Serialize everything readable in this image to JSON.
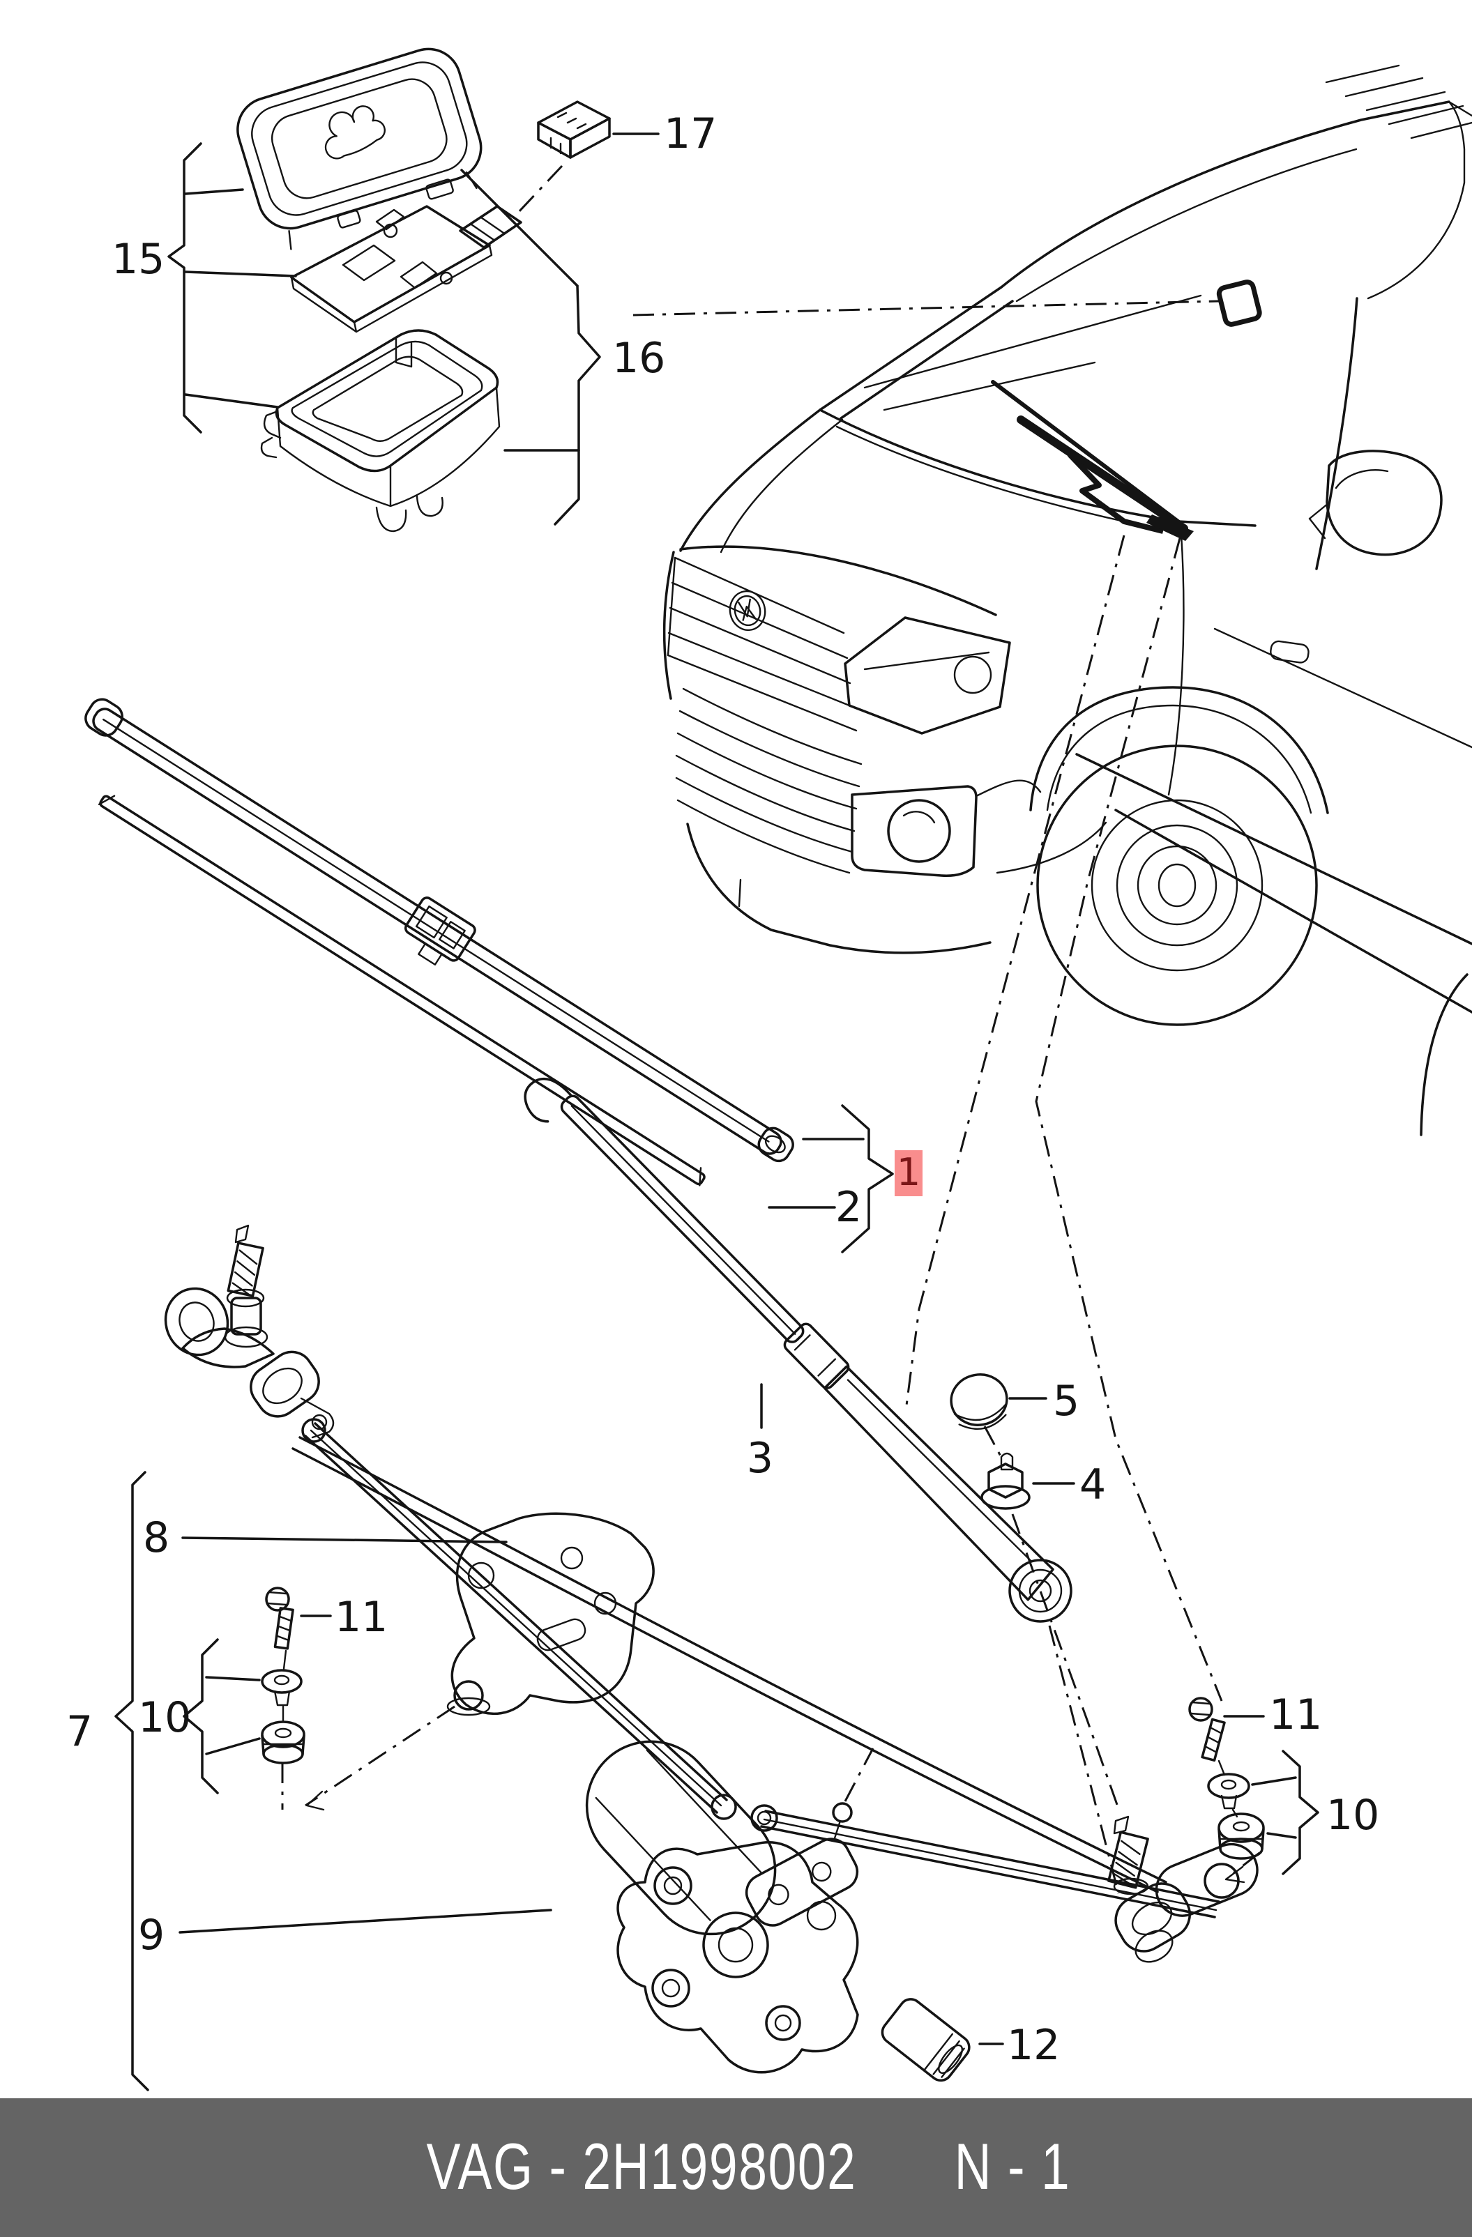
{
  "document": {
    "kind": "parts-catalog-diagram",
    "footer": {
      "catalog_code": "VAG - 2H1998002",
      "page_ref": "N - 1"
    },
    "colors": {
      "line": "#141414",
      "highlight_box": "#f98d8d",
      "highlight_digit": "#7a1517",
      "footer_background": "#646464",
      "footer_text": "#ffffff"
    }
  },
  "callouts": [
    {
      "label": "15"
    },
    {
      "label": "16"
    },
    {
      "label": "17"
    },
    {
      "label": "1",
      "highlighted": true
    },
    {
      "label": "2"
    },
    {
      "label": "3"
    },
    {
      "label": "5"
    },
    {
      "label": "4"
    },
    {
      "label": "8"
    },
    {
      "label": "11"
    },
    {
      "label": "10"
    },
    {
      "label": "7"
    },
    {
      "label": "9"
    },
    {
      "label": "11"
    },
    {
      "label": "10"
    },
    {
      "label": "12"
    }
  ]
}
